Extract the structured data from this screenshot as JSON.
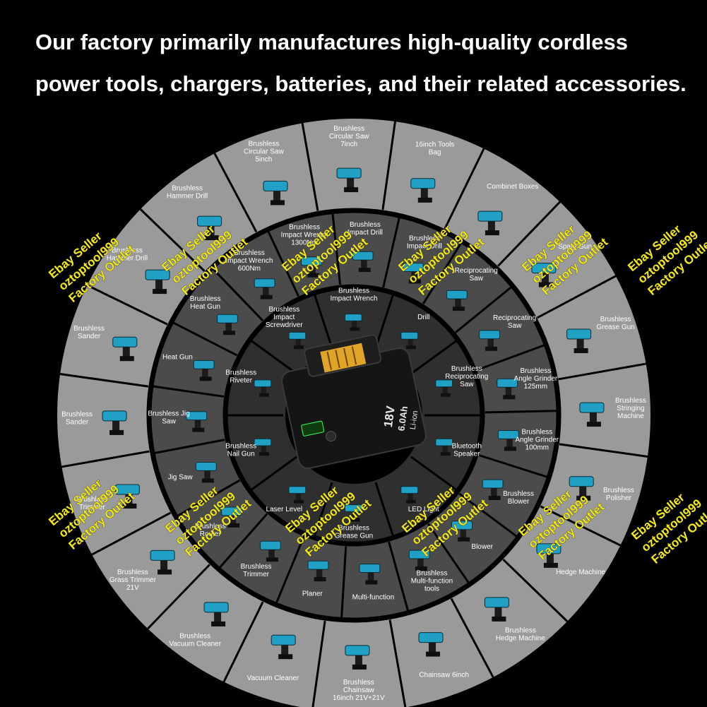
{
  "headline": {
    "line1": "Our factory primarily manufactures high-quality cordless",
    "line2": "power tools, chargers, batteries, and their related accessories."
  },
  "battery": {
    "voltage": "18V",
    "capacity": "6.0Ah",
    "chemistry": "Li-ion"
  },
  "outer_ring": [
    "Brushless Circular Saw 7inch",
    "16inch Tools Bag",
    "Combinet Boxes",
    "Spary Gun",
    "Brushless Grease Gun",
    "Brushless Stringing Machine",
    "Brushless Polisher",
    "Hedge Machine",
    "Brushless Hedge Machine",
    "Chainsaw 6inch",
    "Brushless Chainsaw 16inch 21V+21V",
    "Vacuum Cleaner",
    "Brushless Vacuum Cleaner",
    "Brushless Grass Trimmer 21V",
    "Brushless Trimmer",
    "Brushless Sander",
    "Brushless Sander",
    "Brushless Hammer Drill",
    "Brushless Hammer Drill",
    "Brushless Circular Saw 5inch"
  ],
  "middle_ring": [
    "Brushless Impact Drill",
    "Brushless Impact Drill",
    "Reciprocating Saw",
    "Reciprocating Saw",
    "Brushless Angle Grinder 125mm",
    "Brushless Angle Grinder 100mm",
    "Brushless Blower",
    "Blower",
    "Brushless Multi-function tools",
    "Multi-function",
    "Planer",
    "Brushless Trimmer",
    "Brushless Router",
    "Jig Saw",
    "Brushless Jig Saw",
    "Heat Gun",
    "Brushless Heat Gun",
    "Brushless Impact Wrench 600Nm",
    "Brushless Impact Wrench 1300Nm"
  ],
  "inner_ring": [
    "Drill",
    "Brushless Reciprocating Saw",
    "Bluetooth Speaker",
    "LED Light",
    "Brushless Grease Gun",
    "Laser Level",
    "Brushless Nail Gun",
    "Brushless Riveter",
    "Brushless Impact Screwdriver",
    "Brushless Impact Wrench"
  ],
  "watermark": {
    "line1": "Ebay Seller",
    "line2": "oztoptool999",
    "line3": "Factory Outlet"
  },
  "colors": {
    "background": "#000000",
    "outer_ring": "#9a9a9a",
    "middle_ring": "#4b4b4b",
    "inner_ring": "#2f2f2f",
    "watermark": "#f2ea1b",
    "tool_accent": "#1fa0c4"
  }
}
